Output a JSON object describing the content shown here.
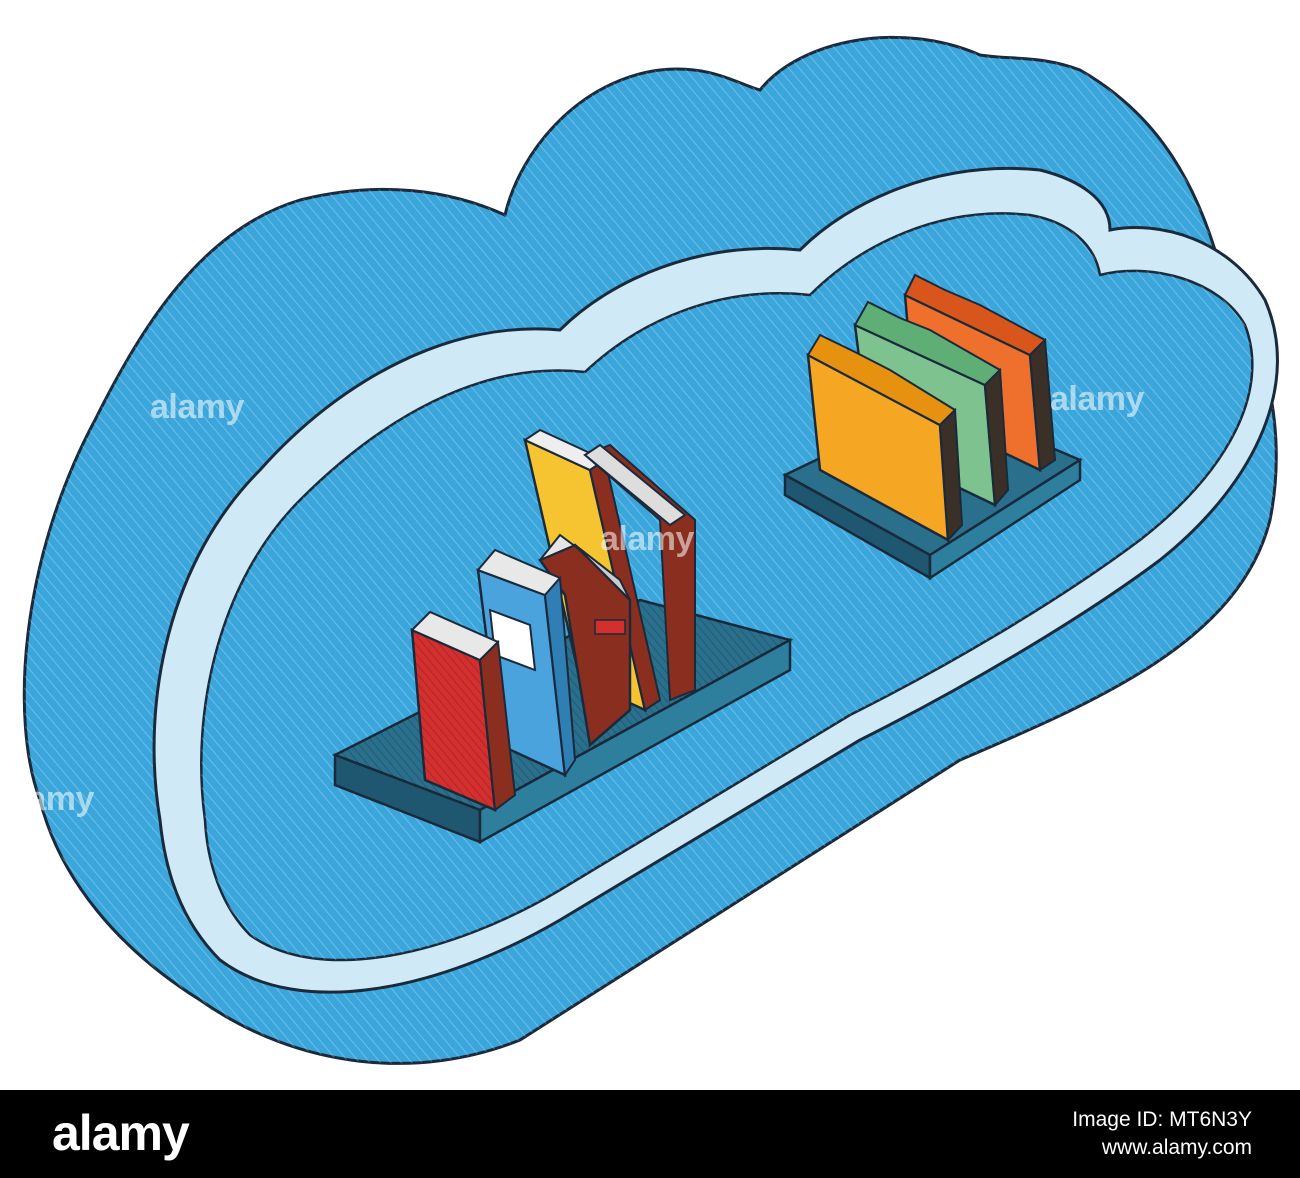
{
  "colors": {
    "cloud_blue": "#3aa6dc",
    "cloud_dark": "#2286c4",
    "cloud_light": "#cfe9f6",
    "outline": "#1a2a3a",
    "shelf": "#2a6f8c",
    "book_red": "#d32f2f",
    "book_blue": "#4aa3dc",
    "book_yellow": "#f6c431",
    "book_brown": "#8a2f1f",
    "folder_orange": "#f5a623",
    "folder_green": "#7dc28f",
    "folder_red_orange": "#ef6f2c"
  },
  "icons": {
    "cloud": "cloud-storage-icon",
    "books": "books-on-shelf-icon",
    "folders": "folders-on-tray-icon"
  },
  "watermark": {
    "text": "alamy"
  },
  "footer": {
    "logo": "alamy",
    "image_id": "Image ID: MT6N3Y",
    "site": "www.alamy.com"
  }
}
